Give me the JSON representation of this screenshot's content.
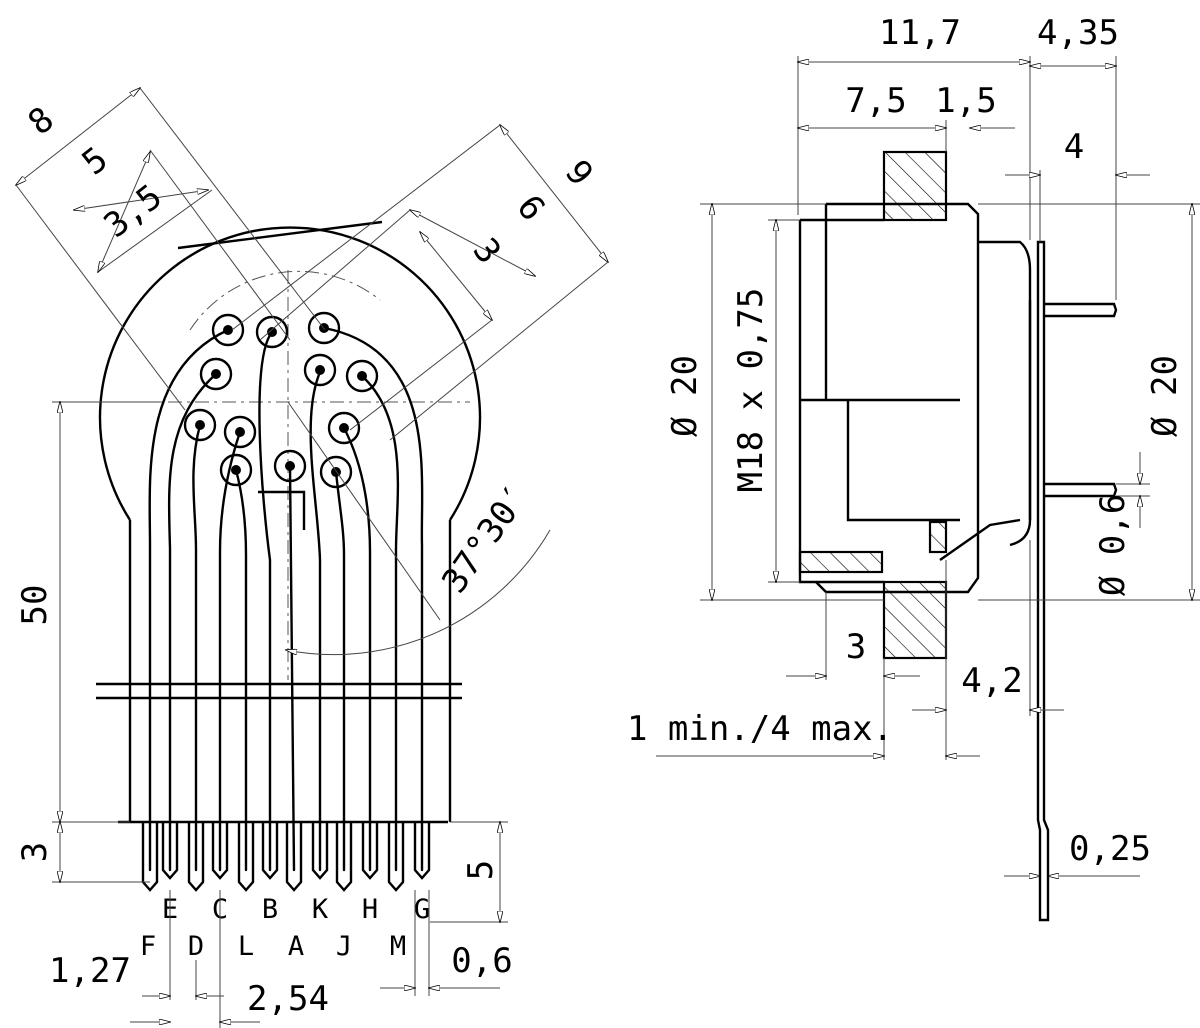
{
  "front_view": {
    "dimensions": {
      "d8": "8",
      "d5": "5",
      "d35": "3,5",
      "d9": "9",
      "d6": "6",
      "d3": "3",
      "angle": "37°30′",
      "d50": "50",
      "d3_left": "3",
      "d5_right": "5",
      "d127": "1,27",
      "d254": "2,54",
      "d06": "0,6"
    },
    "pins_top_row": [
      "E",
      "C",
      "B",
      "K",
      "H",
      "G"
    ],
    "pins_bottom_row": [
      "F",
      "D",
      "L",
      "A",
      "J",
      "M"
    ]
  },
  "side_view": {
    "dimensions": {
      "d117": "11,7",
      "d435": "4,35",
      "d75": "7,5",
      "d15": "1,5",
      "d4": "4",
      "dia20_left": "Ø 20",
      "thread": "M18 x 0,75",
      "dia20_right": "Ø 20",
      "dia06": "Ø 0,6",
      "d3": "3",
      "d42": "4,2",
      "panel": "1 min./4 max.",
      "d025": "0,25"
    }
  }
}
